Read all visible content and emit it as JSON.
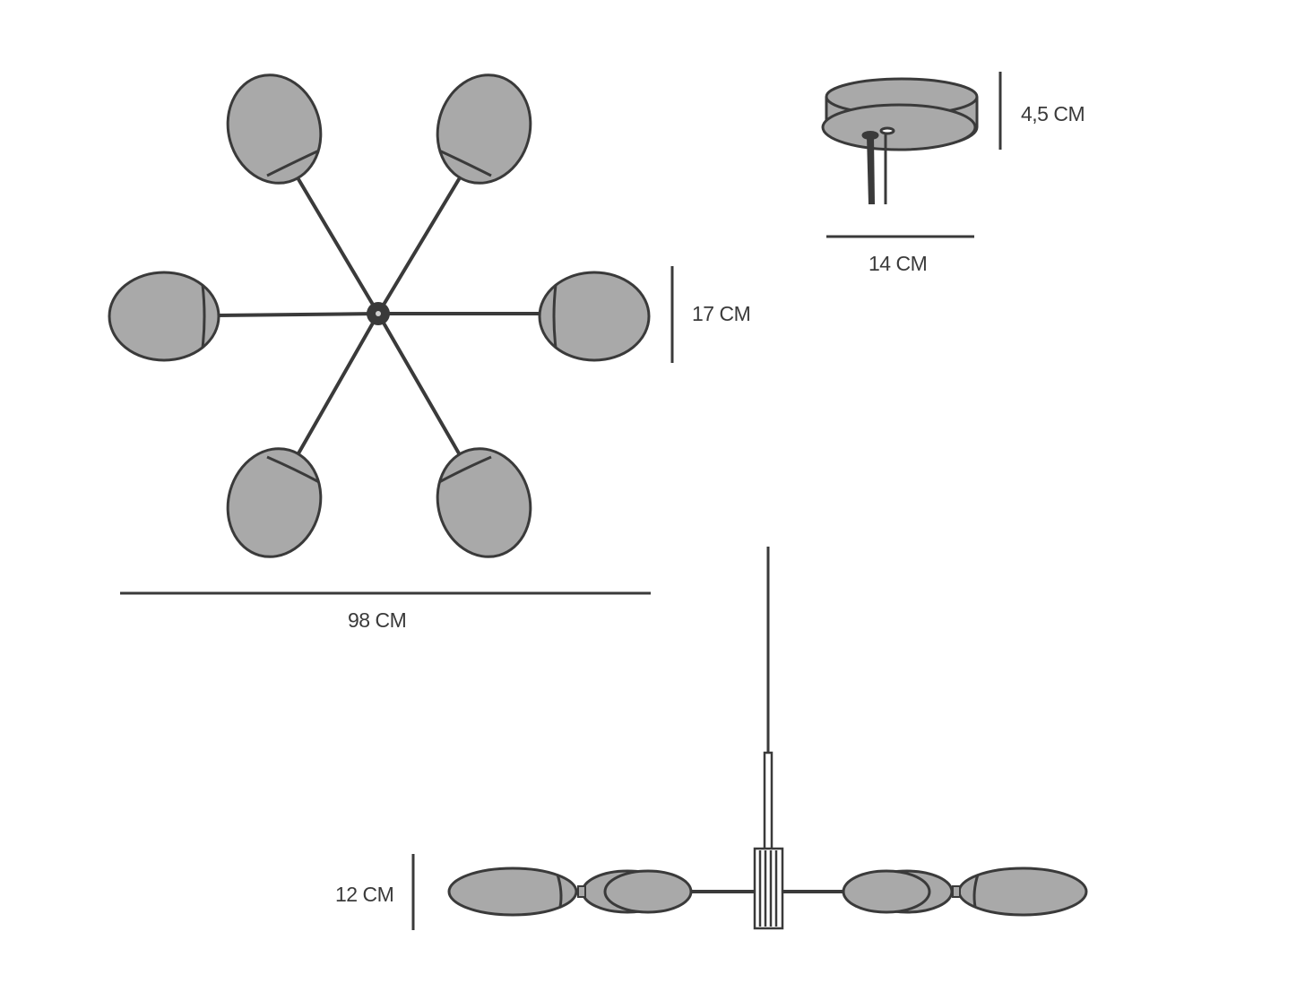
{
  "dimensions": {
    "overall_width": "98 CM",
    "shade_height": "17 CM",
    "canopy_height": "4,5 CM",
    "canopy_width": "14 CM",
    "side_height": "12 CM"
  },
  "colors": {
    "line": "#3a3a3a",
    "shade_fill": "#a9a9a9",
    "background": "#ffffff"
  }
}
